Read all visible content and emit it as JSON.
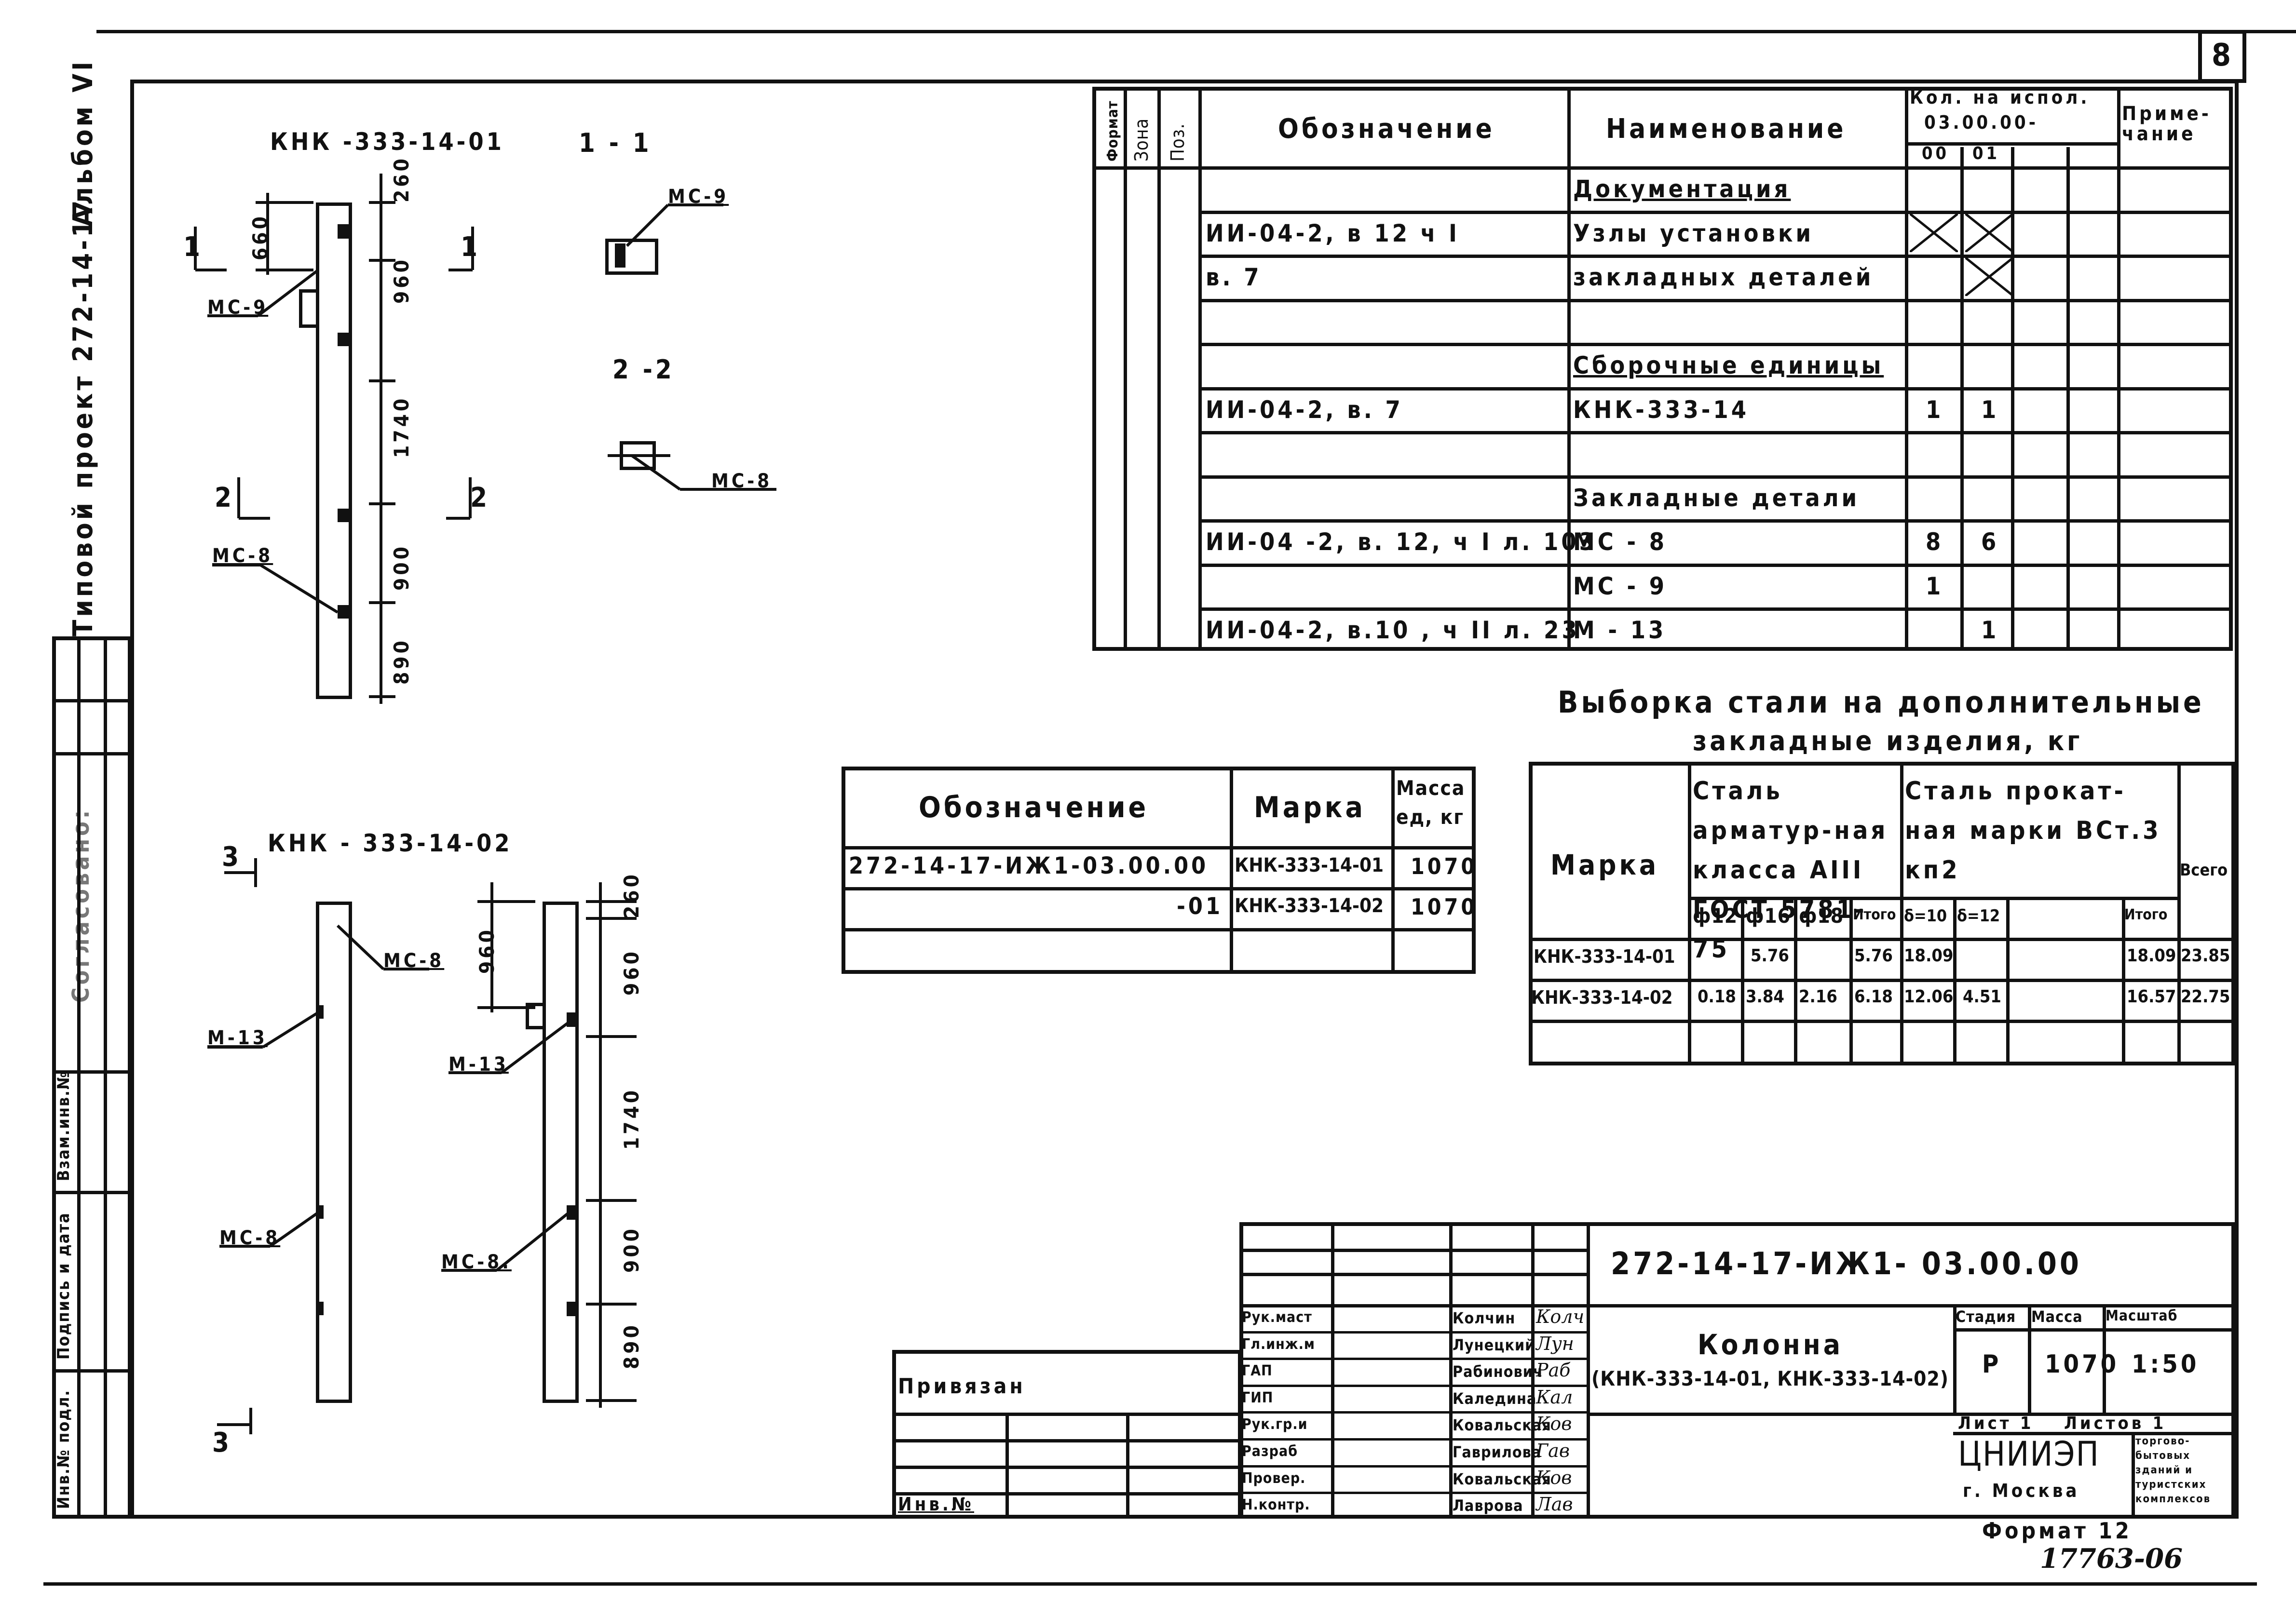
{
  "sheet": {
    "page_number": "8",
    "album_label": "Альбом VI",
    "project_label": "Типовой проект 272-14-17",
    "agreed_label": "Согласовано:",
    "side_stamp": [
      "Инв.№ подл.",
      "Подпись и дата",
      "Взам.инв.№"
    ],
    "format_label": "Формат 12",
    "archive_number": "17763-06"
  },
  "drawing": {
    "col1_title": "КНК -333-14-01",
    "col2_title": "КНК - 333-14-02",
    "section_1": "1 - 1",
    "section_2": "2 -2",
    "section_3": "3",
    "mark_1": "1",
    "mark_2": "2",
    "mc9_a": "МС-9",
    "mc9_b": "МС-9",
    "mc8_a": "МС-8",
    "mc8_b": "МС-8",
    "mc8_c": "МС-8",
    "mc8_d": "МС-8",
    "mc8_e": "МС-8.",
    "m13_a": "М-13",
    "m13_b": "М-13",
    "dims_col1": [
      "260",
      "960",
      "1740",
      "900",
      "890"
    ],
    "dim_660": "660",
    "dims_col2": [
      "260",
      "960",
      "1740",
      "900",
      "890"
    ],
    "dim_960_b": "960"
  },
  "spec_table": {
    "headers": {
      "format": "Формат",
      "zone": "Зона",
      "pos": "Поз.",
      "designation": "Обозначение",
      "name": "Наименование",
      "qty": "Кол. на испол.",
      "qty_code": "03.00.00-",
      "qty_00": "00",
      "qty_01": "01",
      "note": "Приме-чание"
    },
    "rows": [
      {
        "designation": "",
        "name": "Документация",
        "q00": "",
        "q01": ""
      },
      {
        "designation": "ИИ-04-2, в 12 ч I",
        "name": "Узлы установки",
        "q00": "X",
        "q01": "X"
      },
      {
        "designation": "в. 7",
        "name": "закладных деталей",
        "q00": "",
        "q01": "X"
      },
      {
        "designation": "",
        "name": "",
        "q00": "",
        "q01": ""
      },
      {
        "designation": "",
        "name": "Сборочные единицы",
        "q00": "",
        "q01": ""
      },
      {
        "designation": "ИИ-04-2, в. 7",
        "name": "КНК-333-14",
        "q00": "1",
        "q01": "1"
      },
      {
        "designation": "",
        "name": "",
        "q00": "",
        "q01": ""
      },
      {
        "designation": "",
        "name": "Закладные детали",
        "q00": "",
        "q01": ""
      },
      {
        "designation": "ИИ-04 -2, в. 12, ч I л. 103",
        "name": "МС - 8",
        "q00": "8",
        "q01": "6"
      },
      {
        "designation": "",
        "name": "МС - 9",
        "q00": "1",
        "q01": ""
      },
      {
        "designation": "ИИ-04-2, в.10 , ч II л. 23",
        "name": "М - 13",
        "q00": "",
        "q01": "1"
      }
    ]
  },
  "mass_table": {
    "headers": {
      "designation": "Обозначение",
      "mark": "Марка",
      "mass": "Масса ед, кг"
    },
    "rows": [
      {
        "designation": "272-14-17-ИЖ1-03.00.00",
        "mark": "КНК-333-14-01",
        "mass": "1070"
      },
      {
        "designation": "-01",
        "mark": "КНК-333-14-02",
        "mass": "1070"
      }
    ]
  },
  "steel_table": {
    "title_1": "Выборка стали на дополнительные",
    "title_2": "закладные изделия, кг",
    "headers": {
      "mark": "Марка",
      "rebar": "Сталь арматур-ная класса АIII ГОСТ 5781-75",
      "rolled": "Сталь прокат-ная марки ВСт.3 кп2",
      "total": "Всего",
      "d12": "ф12",
      "d16": "ф16",
      "d18": "ф18",
      "sum1": "Итого",
      "t10": "δ=10",
      "t12": "δ=12",
      "sum2": "Итого"
    },
    "rows": [
      {
        "mark": "КНК-333-14-01",
        "d12": "",
        "d16": "5.76",
        "d18": "",
        "sum1": "5.76",
        "t10": "18.09",
        "t12": "",
        "sum2": "18.09",
        "total": "23.85"
      },
      {
        "mark": "КНК-333-14-02",
        "d12": "0.18",
        "d16": "3.84",
        "d18": "2.16",
        "sum1": "6.18",
        "t10": "12.06",
        "t12": "4.51",
        "sum2": "16.57",
        "total": "22.75"
      }
    ]
  },
  "title_block": {
    "doc_code": "272-14-17-ИЖ1- 03.00.00",
    "item_name": "Колонна",
    "item_sub": "(КНК-333-14-01, КНК-333-14-02)",
    "stage_label": "Стадия",
    "mass_label": "Масса",
    "scale_label": "Масштаб",
    "stage": "Р",
    "mass": "1070",
    "scale": "1:50",
    "sheet_label": "Лист 1",
    "sheets_label": "Листов 1",
    "org": "ЦНИИЭП",
    "org_city": "г. Москва",
    "org_desc": "торгово-бытовых зданий и туристских комплексов",
    "bound_label": "Привязан",
    "inv_label": "Инв.№",
    "staff": [
      {
        "role": "Рук.маст",
        "name": "Колчин",
        "sig": "Колч"
      },
      {
        "role": "Гл.инж.м",
        "name": "Лунецкий",
        "sig": "Лун"
      },
      {
        "role": "ГАП",
        "name": "Рабинович",
        "sig": "Раб"
      },
      {
        "role": "ГИП",
        "name": "Каледина",
        "sig": "Кал"
      },
      {
        "role": "Рук.гр.и",
        "name": "Ковальская",
        "sig": "Ков"
      },
      {
        "role": "Разраб",
        "name": "Гаврилова",
        "sig": "Гав"
      },
      {
        "role": "Провер.",
        "name": "Ковальская",
        "sig": "Ков"
      },
      {
        "role": "Н.контр.",
        "name": "Лаврова",
        "sig": "Лав"
      }
    ]
  }
}
